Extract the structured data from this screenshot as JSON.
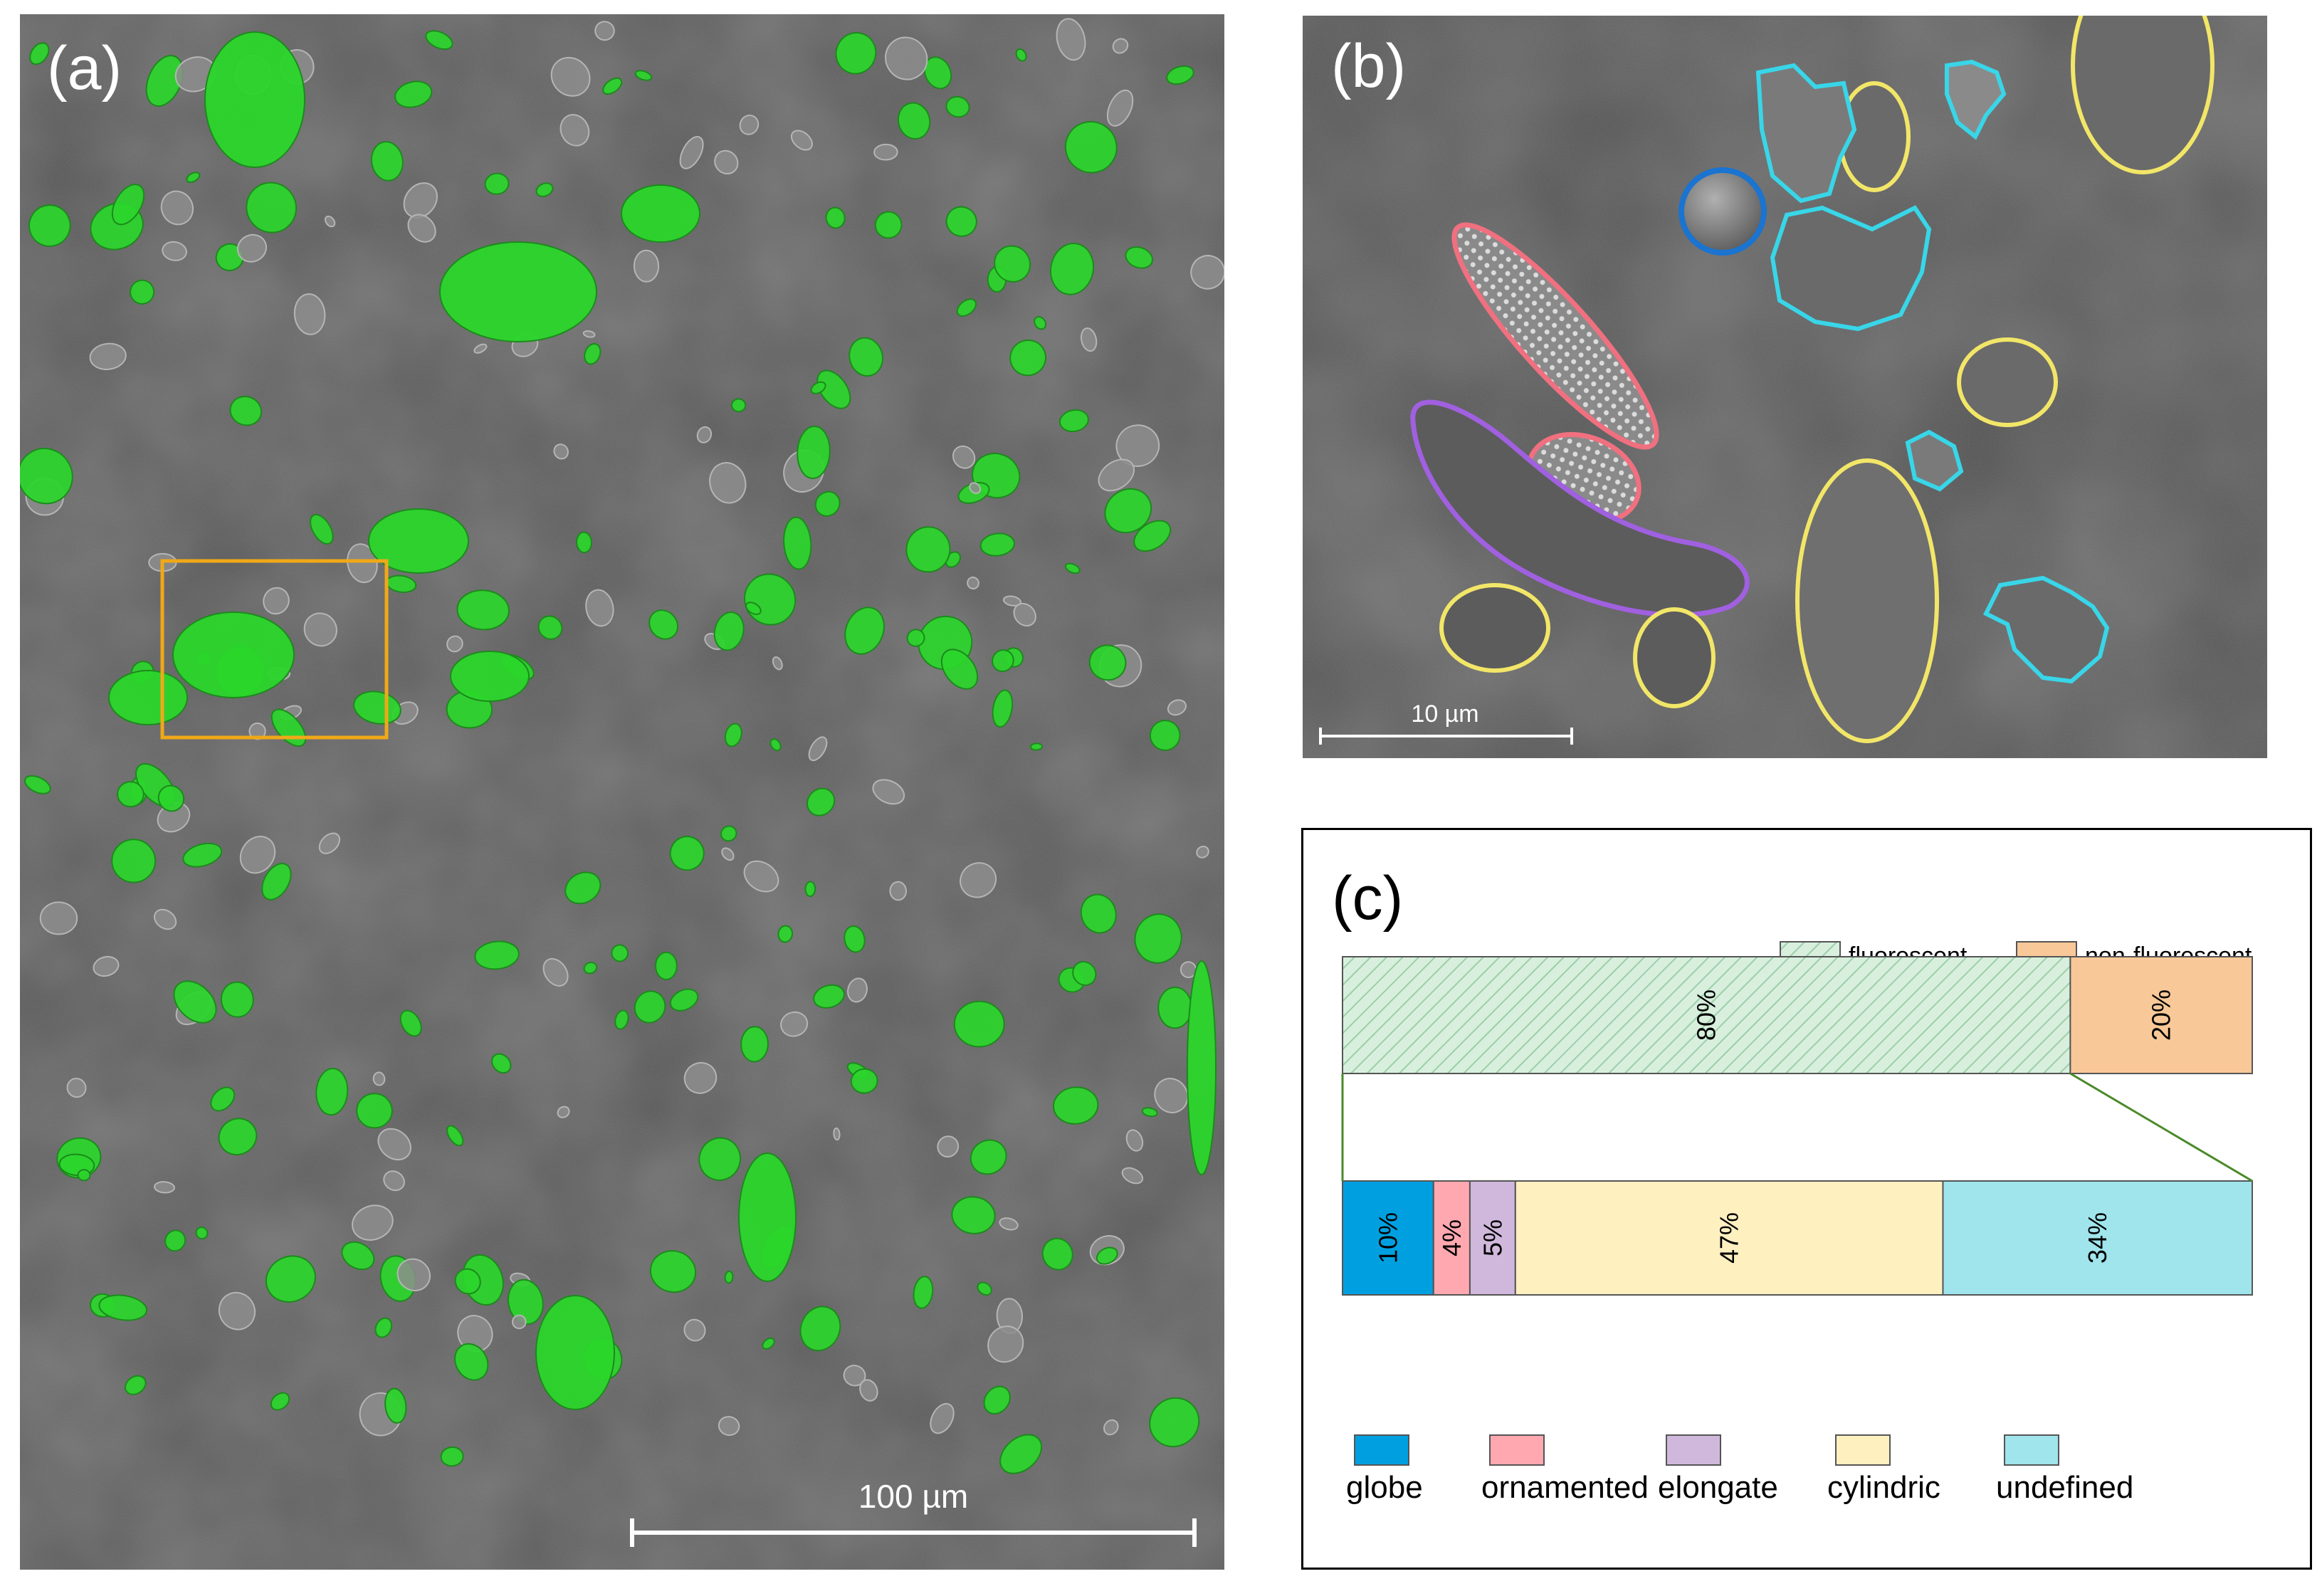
{
  "panels": {
    "a": {
      "label": "(a)",
      "scale_bar": "100 µm"
    },
    "b": {
      "label": "(b)",
      "scale_bar": "10 µm"
    },
    "c": {
      "label": "(c)"
    }
  },
  "colors": {
    "fluorescent": "#2bd62b",
    "highlight_box": "#f0a818",
    "ornamented": "#f06878",
    "elongate": "#a060e0",
    "globe": "#1a74d0",
    "cylindric": "#f2e668",
    "undefined": "#38d6e8"
  },
  "chart_data": {
    "type": "bar",
    "orientation": "horizontal",
    "stacked": true,
    "legend_placement": "top-right",
    "legend_top": [
      {
        "name": "fluorescent",
        "color": "#d6eedd",
        "pattern": "hatched"
      },
      {
        "name": "non-fluorescent",
        "color": "#f8c898"
      }
    ],
    "bars": [
      {
        "segments": [
          {
            "name": "fluorescent",
            "value": 80,
            "label": "80%",
            "color": "#d6eedd",
            "pattern": "hatched"
          },
          {
            "name": "non-fluorescent",
            "value": 20,
            "label": "20%",
            "color": "#f8c898"
          }
        ]
      },
      {
        "segments": [
          {
            "name": "globe",
            "value": 10,
            "label": "10%",
            "color": "#00a0e0"
          },
          {
            "name": "ornamented",
            "value": 4,
            "label": "4%",
            "color": "#ffa8b0"
          },
          {
            "name": "elongate",
            "value": 5,
            "label": "5%",
            "color": "#d0b8dc"
          },
          {
            "name": "cylindric",
            "value": 47,
            "label": "47%",
            "color": "#fff0c0"
          },
          {
            "name": "undefined",
            "value": 34,
            "label": "34%",
            "color": "#a0e4ec"
          }
        ]
      }
    ],
    "legend_bottom": [
      {
        "name": "globe",
        "color": "#00a0e0"
      },
      {
        "name": "ornamented",
        "color": "#ffa8b0"
      },
      {
        "name": "elongate",
        "color": "#d0b8dc"
      },
      {
        "name": "cylindric",
        "color": "#fff0c0"
      },
      {
        "name": "undefined",
        "color": "#a0e4ec"
      }
    ],
    "connector_color": "#4a8a28"
  }
}
